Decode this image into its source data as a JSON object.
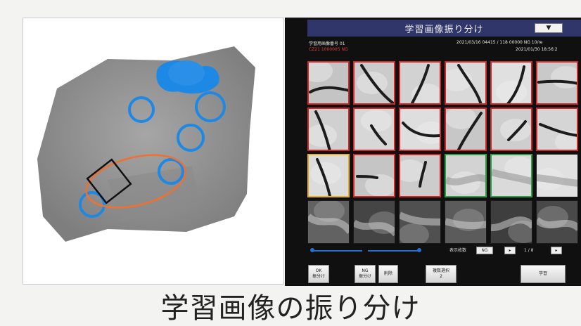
{
  "window": {
    "title": "学習画像振り分け",
    "dropdown_glyph": "▼"
  },
  "info": {
    "line1_left": "学習用画像番号 01",
    "line1_right": "2021/03/16 04415 / 118 00000 NG 10/re",
    "line2_left": "CZ21 1000005 NG",
    "line2_right": "2021/01/30 18:56:2"
  },
  "tiles": [
    {
      "border": "red"
    },
    {
      "border": "red"
    },
    {
      "border": "red"
    },
    {
      "border": "red"
    },
    {
      "border": "red"
    },
    {
      "border": "red"
    },
    {
      "border": "red"
    },
    {
      "border": "red"
    },
    {
      "border": "red"
    },
    {
      "border": "red"
    },
    {
      "border": "red"
    },
    {
      "border": "red"
    },
    {
      "border": "yellow"
    },
    {
      "border": "red"
    },
    {
      "border": "red"
    },
    {
      "border": "green"
    },
    {
      "border": "green"
    },
    {
      "border": "none"
    },
    {
      "border": "none"
    },
    {
      "border": "none"
    },
    {
      "border": "none"
    },
    {
      "border": "none"
    },
    {
      "border": "none"
    },
    {
      "border": "none"
    }
  ],
  "pager": {
    "label": "表示枚数",
    "count_value": "NG",
    "next_glyph": "▸",
    "page": "1 / 8",
    "last_glyph": "▸"
  },
  "buttons": {
    "ok_all": "OK\n振分け",
    "ng_all": "NG\n振分け",
    "delete": "削除",
    "batch": "複数選択\n2",
    "learn": "学習"
  },
  "caption": "学習画像の振り分け",
  "colors": {
    "title_bar": "#30356a",
    "red_border": "#d02828",
    "green_border": "#2ea043",
    "yellow_border": "#e8b020",
    "blue_mark": "#1e88e5",
    "orange_mark": "#f07030"
  }
}
